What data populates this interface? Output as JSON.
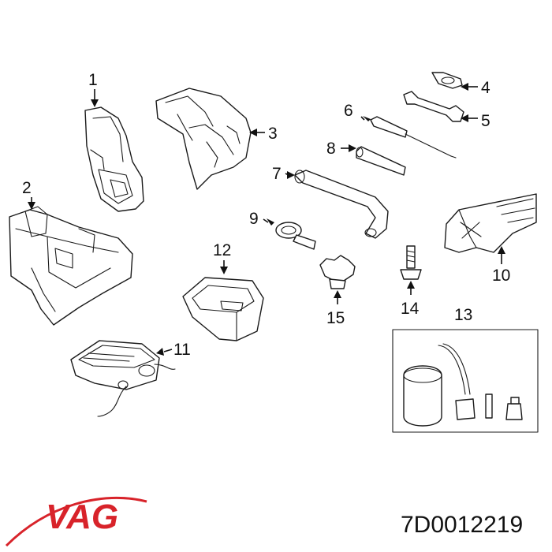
{
  "callouts": {
    "c1": "1",
    "c2": "2",
    "c3": "3",
    "c4": "4",
    "c5": "5",
    "c6": "6",
    "c7": "7",
    "c8": "8",
    "c9": "9",
    "c10": "10",
    "c11": "11",
    "c12": "12",
    "c13": "13",
    "c14": "14",
    "c15": "15"
  },
  "brand": {
    "name": "VAG",
    "color": "#d8232a"
  },
  "part_number": "7D0012219"
}
